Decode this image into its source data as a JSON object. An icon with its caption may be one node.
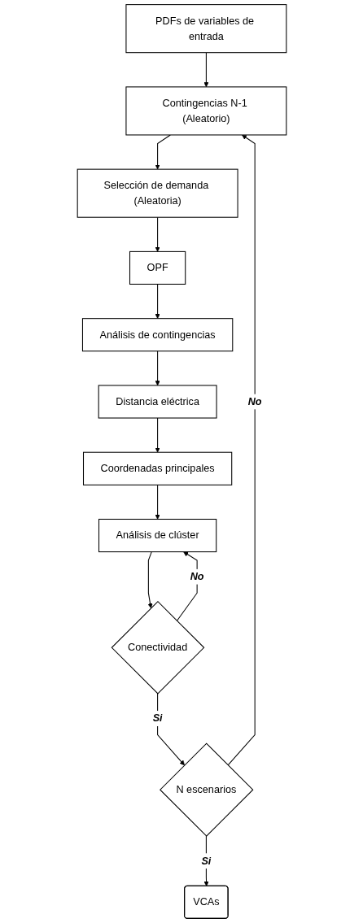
{
  "diagram": {
    "nodes": [
      {
        "text": [
          "PDFs de variables de entrada"
        ]
      },
      {
        "text": [
          "Contingencias N-1 (Aleatorio)"
        ]
      },
      {
        "text": [
          "Selección de demanda (Aleatoria)"
        ]
      },
      {
        "text": [
          "OPF"
        ]
      },
      {
        "text": [
          "Análisis de contingencias"
        ]
      },
      {
        "text": [
          "Distancia eléctrica"
        ]
      },
      {
        "text": [
          "Coordenadas principales"
        ]
      },
      {
        "text": [
          "Análisis de clúster"
        ]
      },
      {
        "text": [
          "Conectividad"
        ]
      },
      {
        "text": [
          "N escenarios"
        ]
      },
      {
        "text": [
          "VCAs"
        ]
      }
    ],
    "edges": [
      {
        "from": 0,
        "to": 1,
        "arrow": "to"
      },
      {
        "from": 1,
        "to": 2,
        "arrow": "to"
      },
      {
        "from": 2,
        "to": 3,
        "arrow": "to"
      },
      {
        "from": 3,
        "to": 4,
        "arrow": "to"
      },
      {
        "from": 4,
        "to": 5,
        "arrow": "to"
      },
      {
        "from": 5,
        "to": 6,
        "arrow": "to"
      },
      {
        "from": 6,
        "to": 7,
        "arrow": "to"
      },
      {
        "from": 7,
        "to": 8,
        "arrow": "to"
      },
      {
        "from": 8,
        "to": 7,
        "arrow": "to",
        "label": "No"
      },
      {
        "from": 8,
        "to": 9,
        "arrow": "to",
        "label": "Si"
      },
      {
        "from": 9,
        "to": 1,
        "arrow": "to",
        "label": "No"
      },
      {
        "from": 9,
        "to": 10,
        "arrow": "to",
        "label": "Si"
      }
    ]
  }
}
